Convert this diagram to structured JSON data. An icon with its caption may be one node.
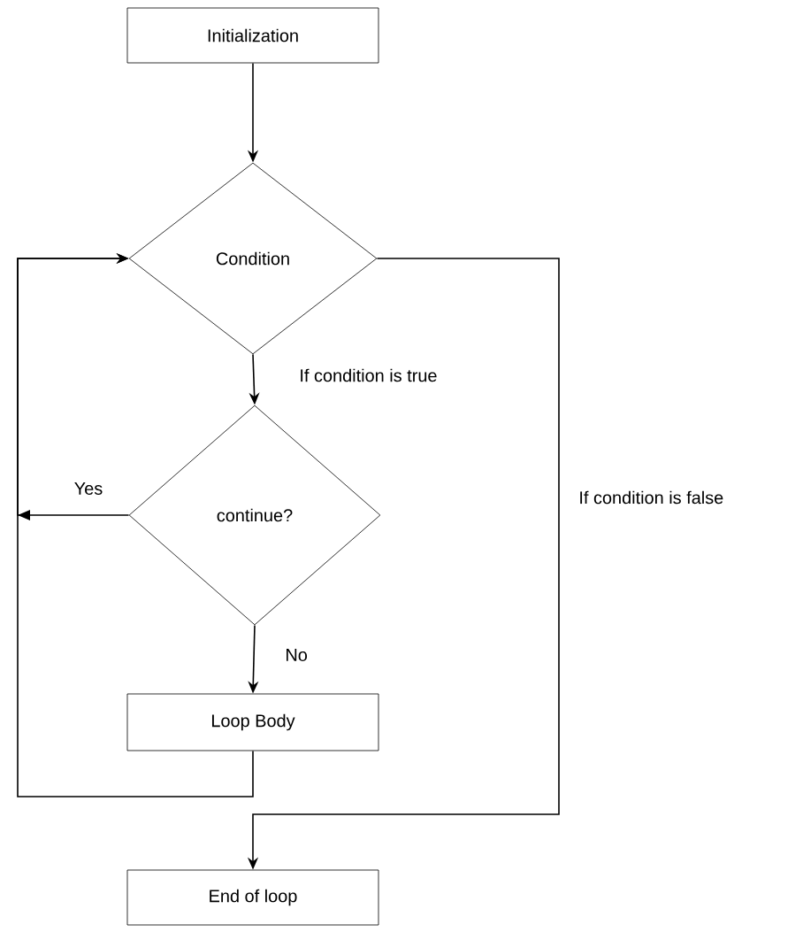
{
  "diagram": {
    "nodes": [
      {
        "text": [
          "Initialization"
        ]
      },
      {
        "text": [
          "Condition"
        ]
      },
      {
        "text": [
          "continue?"
        ]
      },
      {
        "text": [
          "Loop Body"
        ]
      },
      {
        "text": [
          "End of loop"
        ]
      }
    ],
    "edges": [
      {
        "from": 0,
        "to": 1,
        "arrow": "to"
      },
      {
        "from": 1,
        "to": 2,
        "arrow": "to",
        "label": "If condition is true"
      },
      {
        "from": 2,
        "to": 3,
        "arrow": "to",
        "label": "No"
      },
      {
        "from": 2,
        "to": 1,
        "arrow": "to",
        "label": "Yes"
      },
      {
        "from": 3,
        "to": 1,
        "arrow": "to"
      },
      {
        "from": 1,
        "to": 4,
        "arrow": "to",
        "label": "If condition is false"
      }
    ]
  }
}
